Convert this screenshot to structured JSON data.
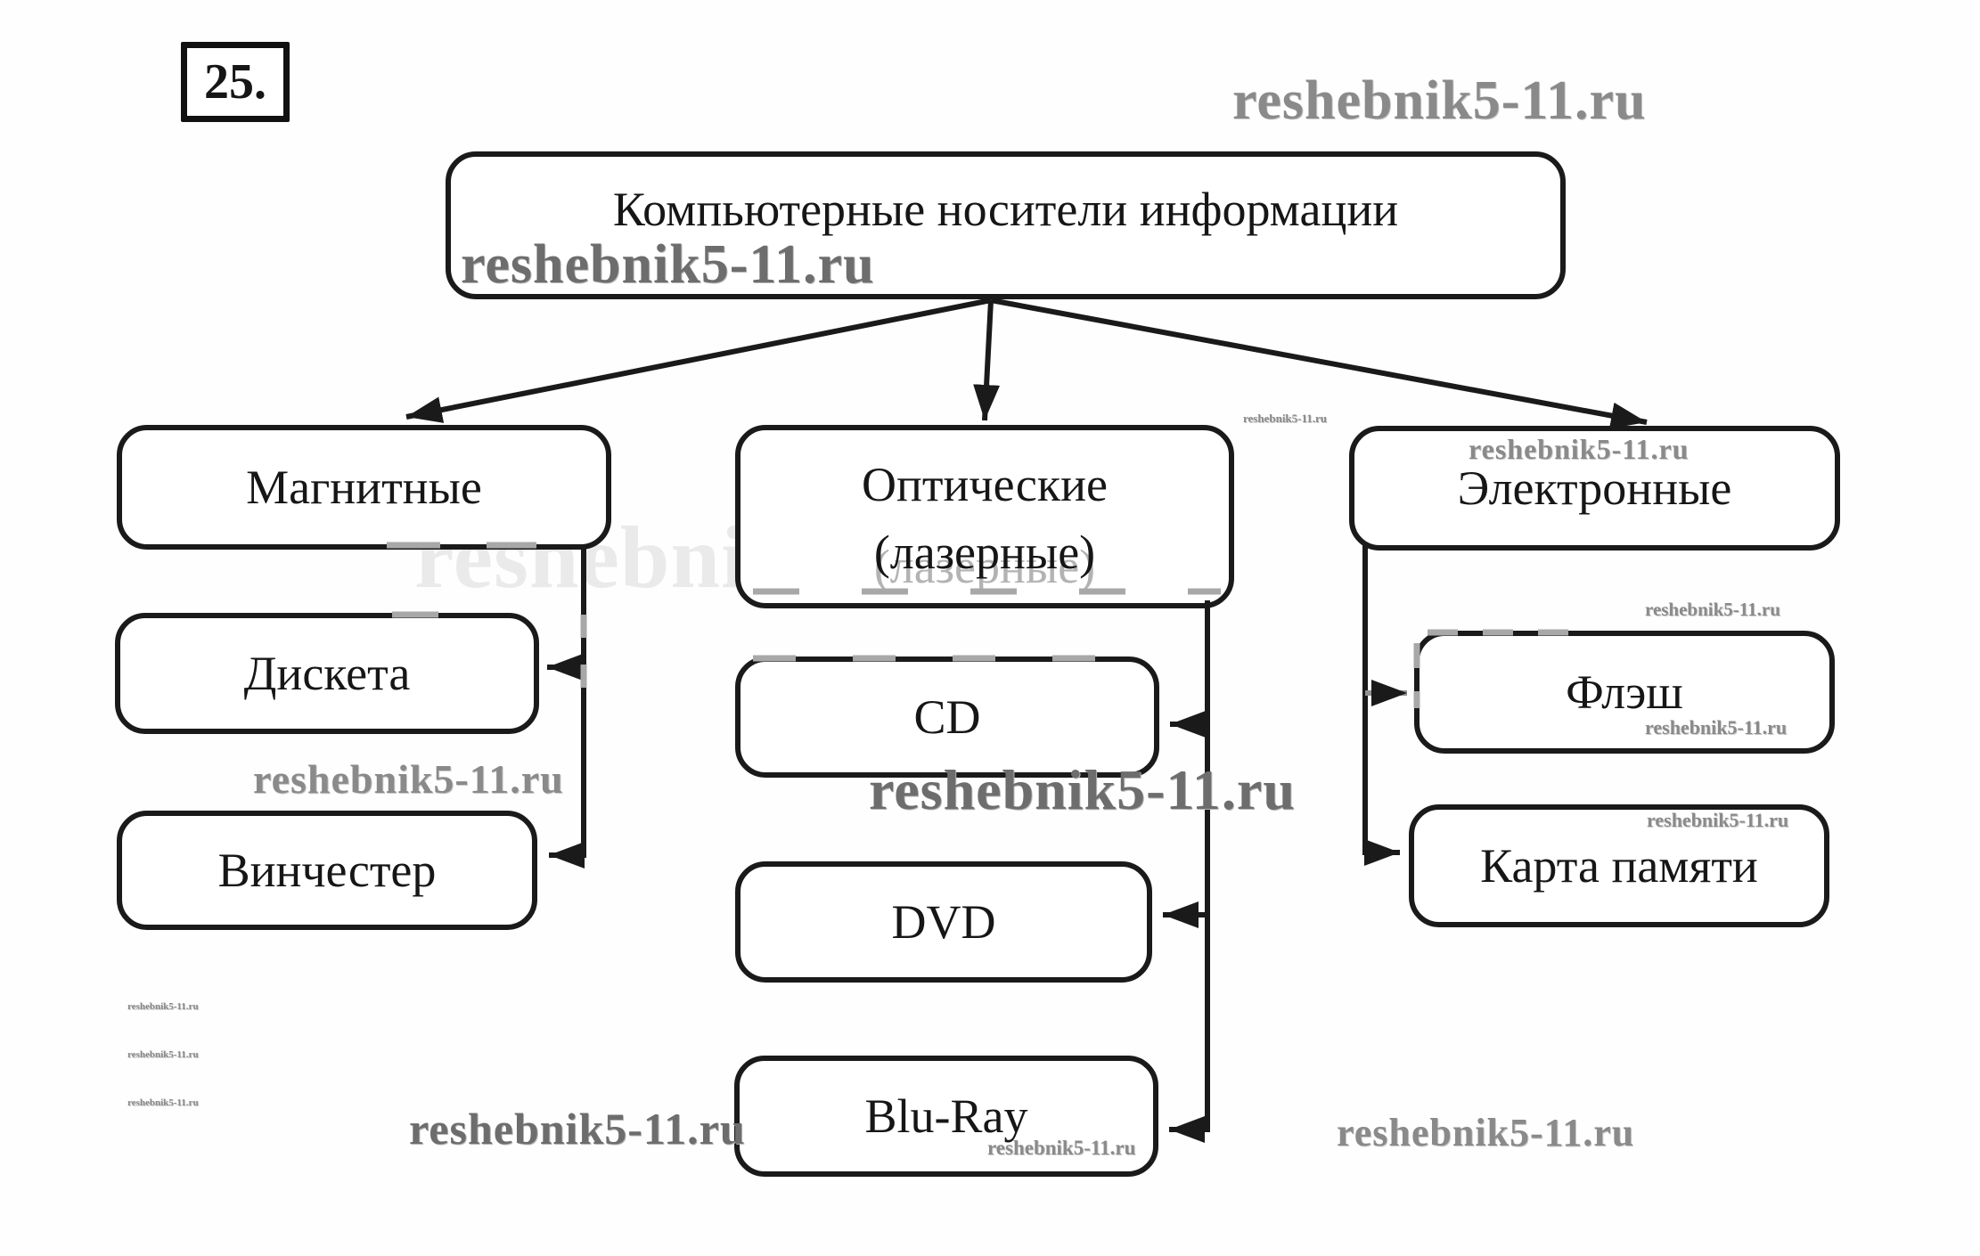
{
  "task_number": "25.",
  "brand": {
    "watermark": "reshebnik5-11.ru"
  },
  "diagram": {
    "root_label": "Компьютерные носители информации",
    "categories": [
      {
        "label": "Магнитные",
        "items": [
          {
            "label": "Дискета"
          },
          {
            "label": "Винчестер"
          }
        ]
      },
      {
        "label_line1": "Оптические",
        "label_line2": "(лазерные)",
        "items": [
          {
            "label": "CD"
          },
          {
            "label": "DVD"
          },
          {
            "label": "Blu-Ray"
          }
        ]
      },
      {
        "label": "Электронные",
        "items": [
          {
            "label": "Флэш"
          },
          {
            "label": "Карта памяти"
          }
        ]
      }
    ]
  }
}
